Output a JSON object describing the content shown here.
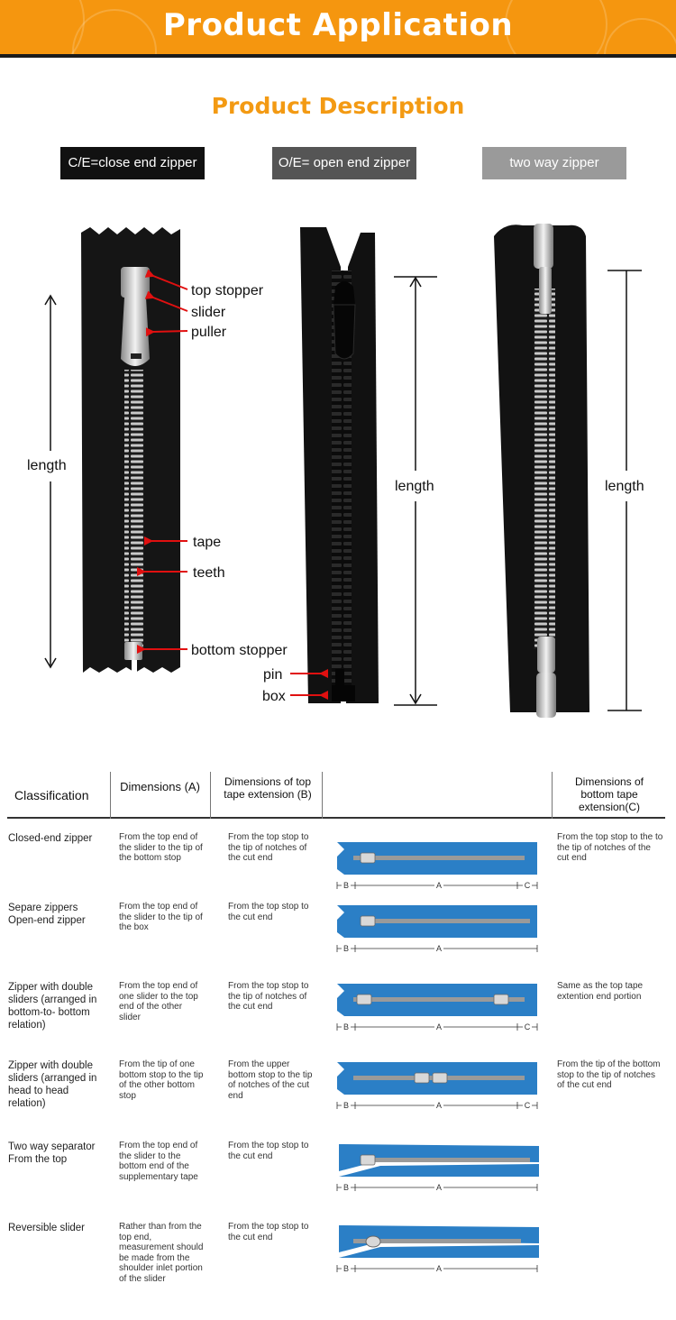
{
  "banner": {
    "title": "Product Application"
  },
  "section": {
    "title": "Product Description"
  },
  "tags": [
    {
      "label": "C/E=close end zipper",
      "bg": "#111111"
    },
    {
      "label": "O/E= open end zipper",
      "bg": "#555555"
    },
    {
      "label": "two way zipper",
      "bg": "#9a9a9a"
    }
  ],
  "figure_labels": {
    "top_stopper": "top stopper",
    "slider": "slider",
    "puller": "puller",
    "length1": "length",
    "tape": "tape",
    "teeth": "teeth",
    "bottom_stopper": "bottom stopper",
    "pin": "pin",
    "box": "box",
    "length2": "length",
    "length3": "length"
  },
  "colors": {
    "accent": "#f5960f",
    "arrow": "#e01010",
    "zipper_blue": "#2b7fc6"
  },
  "table": {
    "headers": {
      "classification": "Classification",
      "dim_a": "Dimensions (A)",
      "dim_b": "Dimensions of top tape extension (B)",
      "dim_c": "Dimensions of bottom tape extension(C)"
    },
    "measure": {
      "b": "B",
      "a": "A",
      "c": "C"
    },
    "rows": [
      {
        "name": "Closed-end zipper",
        "a": "From the top end of the slider to the tip of the bottom stop",
        "b": "From the top stop to the tip of notches of the cut end",
        "c": "From the top stop to the to the tip of notches of the cut end"
      },
      {
        "name": "Separe zippers Open-end zipper",
        "a": "From the top end of the slider to the tip of the box",
        "b": "From the top stop to the cut end",
        "c": ""
      },
      {
        "name": "Zipper with double sliders (arranged in bottom-to- bottom relation)",
        "a": "From the top end of one slider to the top end of the other slider",
        "b": "From the top stop to the tip of notches of the cut end",
        "c": "Same as the top tape extention end portion"
      },
      {
        "name": "Zipper with double sliders (arranged in head to head relation)",
        "a": "From the tip of one bottom stop to the tip of the other bottom stop",
        "b": "From the upper bottom stop to the tip of notches of the cut end",
        "c": "From the tip of the bottom stop to the tip of notches of the cut end"
      },
      {
        "name": "Two way separator From the top",
        "a": "From the top end of the slider to the bottom end of the supplementary tape",
        "b": "From the top stop to the cut end",
        "c": ""
      },
      {
        "name": "Reversible slider",
        "a": "Rather than from the top end, measurement should be made from the shoulder inlet portion of the slider",
        "b": "From the top stop to the cut end",
        "c": ""
      }
    ]
  }
}
